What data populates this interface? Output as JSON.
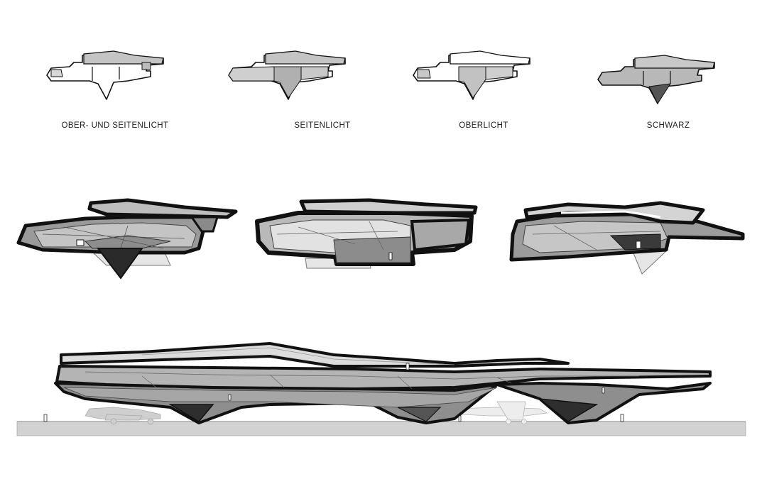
{
  "captions": [
    "OBER- UND SEITENLICHT",
    "SEITENLICHT",
    "OBERLICHT",
    "SCHWARZ"
  ],
  "colors": {
    "outline": "#111111",
    "dark_fill": "#2a2a2a",
    "mid_fill": "#8a8a8a",
    "light_fill": "#bdbdbd",
    "pale_fill": "#dedede",
    "ground": "#d2d2d2"
  }
}
